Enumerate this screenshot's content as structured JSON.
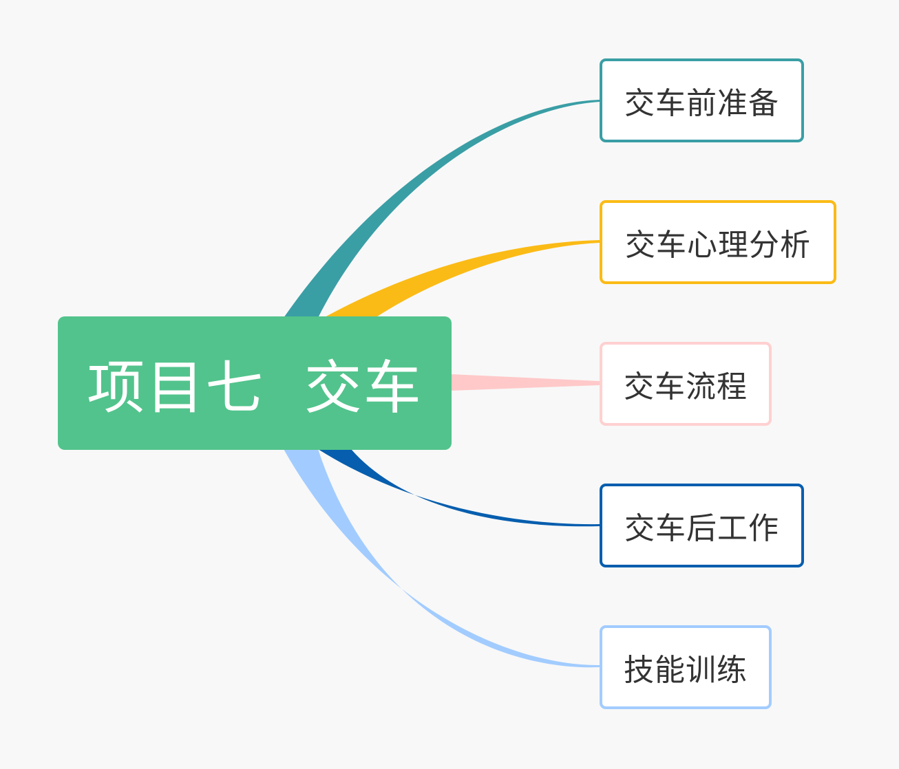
{
  "root": {
    "label": "项目七  交车",
    "color": "#52c38c"
  },
  "branches": [
    {
      "label": "交车前准备",
      "color": "#3a9ea5"
    },
    {
      "label": "交车心理分析",
      "color": "#fbbb16"
    },
    {
      "label": "交车流程",
      "color": "#ffc9c9"
    },
    {
      "label": "交车后工作",
      "color": "#075eae"
    },
    {
      "label": "技能训练",
      "color": "#a2ccff"
    }
  ]
}
